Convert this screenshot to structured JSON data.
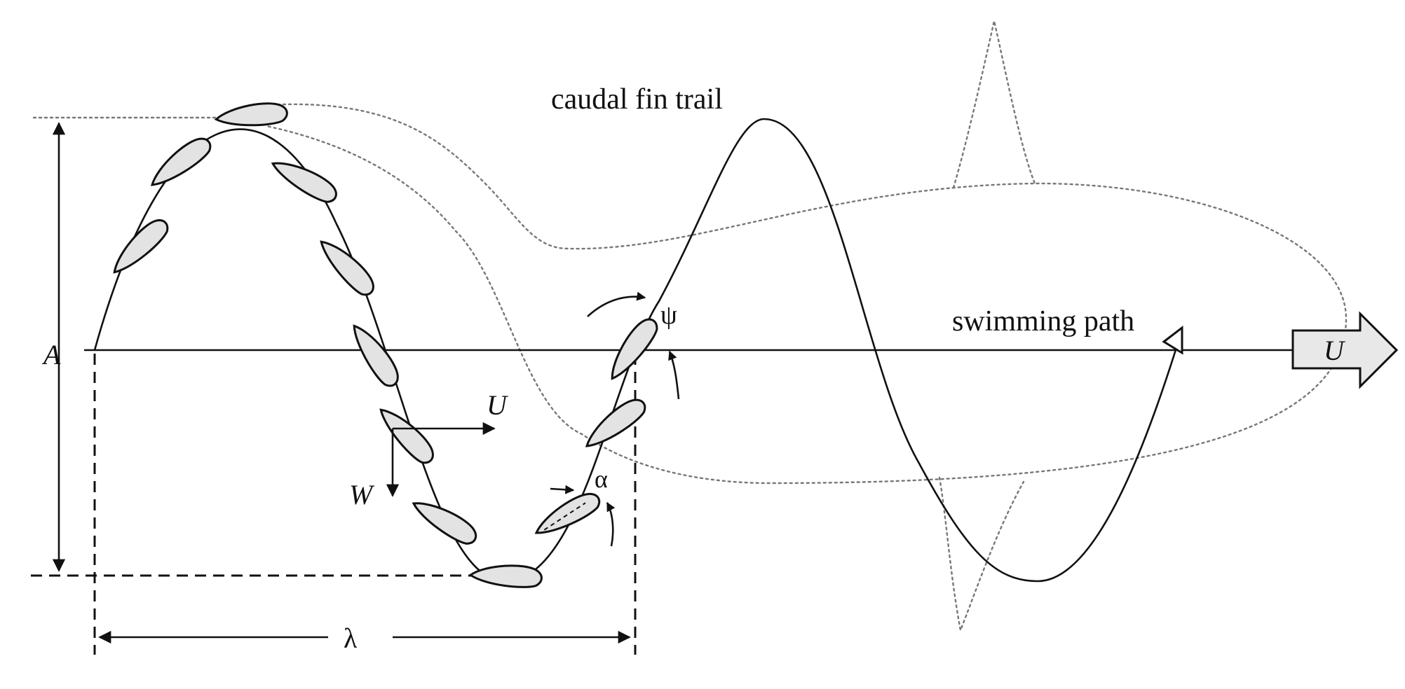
{
  "figure": {
    "labels": {
      "caudal_fin_trail": "caudal fin trail",
      "swimming_path": "swimming path",
      "amplitude": "A",
      "wavelength": "λ",
      "velocity_u": "U",
      "velocity_w": "W",
      "angle_psi": "ψ",
      "angle_alpha": "α",
      "arrow_u": "U"
    },
    "colors": {
      "ink": "#111111",
      "fin_fill": "#e3e3e3",
      "fish_outline": "#777777",
      "arrow_fill": "#e8e8e8"
    }
  }
}
